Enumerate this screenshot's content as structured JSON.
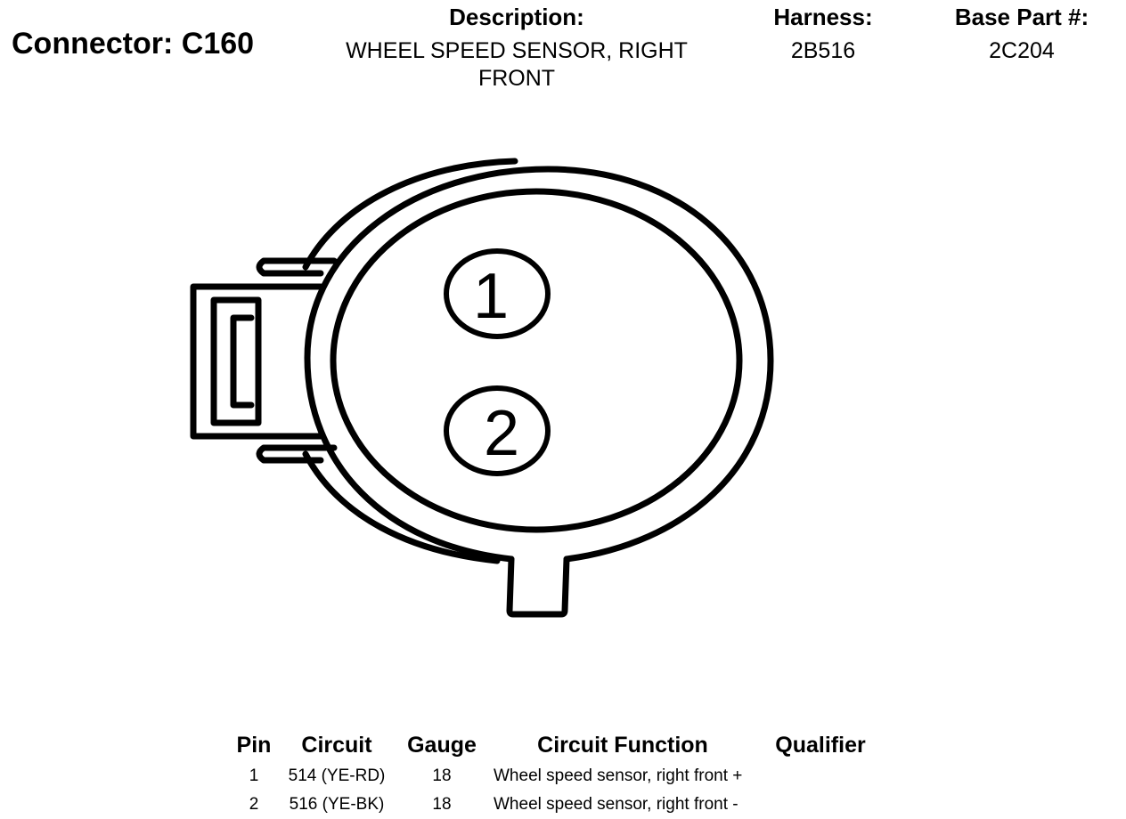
{
  "header": {
    "connector_title": "Connector: C160",
    "description_label": "Description:",
    "description_value": "WHEEL SPEED SENSOR, RIGHT FRONT",
    "harness_label": "Harness:",
    "harness_value": "2B516",
    "base_part_label": "Base Part #:",
    "base_part_value": "2C204"
  },
  "connector": {
    "pins": [
      {
        "label": "1"
      },
      {
        "label": "2"
      }
    ]
  },
  "pin_table": {
    "columns": [
      "Pin",
      "Circuit",
      "Gauge",
      "Circuit Function",
      "Qualifier"
    ],
    "rows": [
      {
        "pin": "1",
        "circuit": "514 (YE-RD)",
        "gauge": "18",
        "function": "Wheel speed sensor, right front +",
        "qualifier": ""
      },
      {
        "pin": "2",
        "circuit": "516 (YE-BK)",
        "gauge": "18",
        "function": "Wheel speed sensor, right front -",
        "qualifier": ""
      }
    ]
  }
}
